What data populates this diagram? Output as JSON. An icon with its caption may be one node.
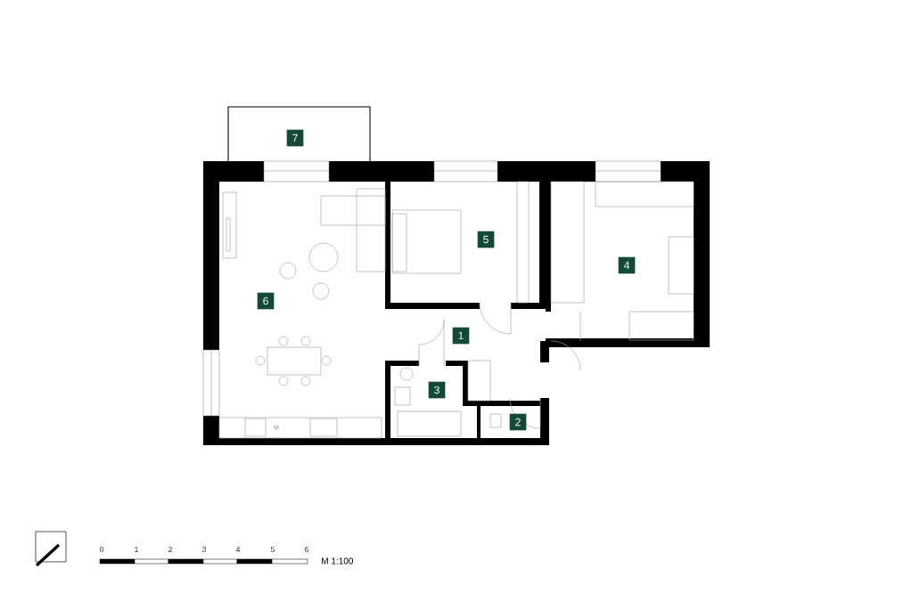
{
  "diagram": {
    "nodes": [
      {
        "text": [
          "7"
        ]
      },
      {
        "text": [
          "5"
        ]
      },
      {
        "text": [
          "4"
        ]
      },
      {
        "text": [
          "6"
        ]
      },
      {
        "text": [
          "1"
        ]
      },
      {
        "text": [
          "3"
        ]
      },
      {
        "text": [
          "2"
        ]
      }
    ],
    "labels": [
      "M",
      "0",
      "1",
      "2",
      "3",
      "4",
      "5",
      "6",
      "M 1:100"
    ]
  }
}
